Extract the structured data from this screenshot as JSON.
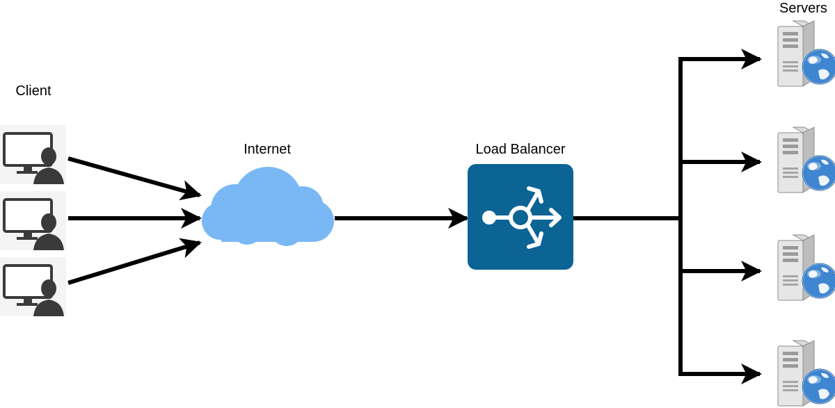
{
  "labels": {
    "client": "Client",
    "internet": "Internet",
    "load_balancer": "Load Balancer",
    "servers": "Servers"
  },
  "nodes": {
    "clients": [
      {
        "icon": "user-computer-icon"
      },
      {
        "icon": "user-computer-icon"
      },
      {
        "icon": "user-computer-icon"
      }
    ],
    "internet": {
      "icon": "cloud-icon"
    },
    "load_balancer": {
      "icon": "load-balancer-icon"
    },
    "servers": [
      {
        "icon": "web-server-icon"
      },
      {
        "icon": "web-server-icon"
      },
      {
        "icon": "web-server-icon"
      },
      {
        "icon": "web-server-icon"
      }
    ]
  },
  "colors": {
    "cloud": "#7ab8f5",
    "load_balancer": "#0b6494",
    "client_icon": "#3a3a3a",
    "arrow": "#000000"
  }
}
